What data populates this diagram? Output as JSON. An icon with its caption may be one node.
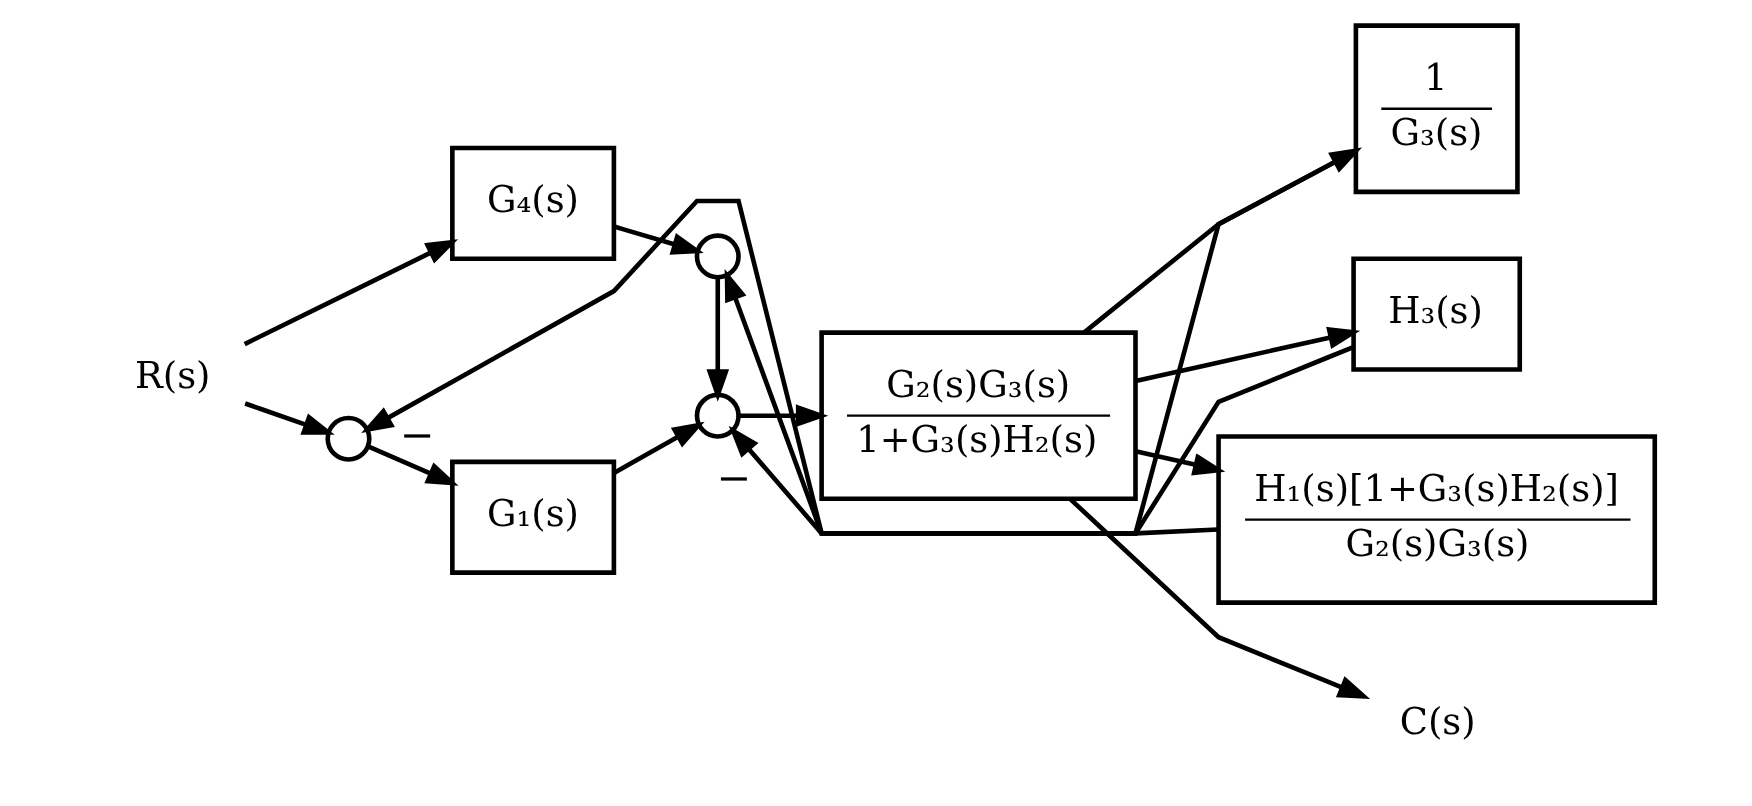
{
  "diagram": {
    "nodes": [
      {
        "text": [
          "R(s)"
        ]
      },
      {
        "text": [],
        "shape": "circle"
      },
      {
        "text": [
          "G₁(s)"
        ]
      },
      {
        "text": [
          "G₄(s)"
        ]
      },
      {
        "text": [],
        "shape": "circle"
      },
      {
        "text": [],
        "shape": "circle"
      },
      {
        "text": [
          "G₂(s)G₃(s)",
          "1+G₃(s)H₂(s)"
        ]
      },
      {
        "text": [
          "1",
          "G₃(s)"
        ]
      },
      {
        "text": [
          "H₃(s)"
        ]
      },
      {
        "text": [
          "H₁(s)[1+G₃(s)H₂(s)]",
          "G₂(s)G₃(s)"
        ]
      },
      {
        "text": [
          "C(s)"
        ]
      }
    ],
    "edges": [
      {
        "from": 0,
        "to": 1,
        "arrow": "to"
      },
      {
        "from": 0,
        "to": 3,
        "arrow": "to"
      },
      {
        "from": 1,
        "to": 2,
        "arrow": "to"
      },
      {
        "from": 3,
        "to": 4,
        "arrow": "to"
      },
      {
        "from": 7,
        "to": 4,
        "arrow": "to"
      },
      {
        "from": 2,
        "to": 5,
        "arrow": "to"
      },
      {
        "from": 4,
        "to": 5,
        "arrow": "to"
      },
      {
        "from": 5,
        "to": 6,
        "arrow": "to"
      },
      {
        "from": 6,
        "to": 10,
        "arrow": "to"
      },
      {
        "from": 6,
        "to": 7,
        "arrow": "to"
      },
      {
        "from": 6,
        "to": 8,
        "arrow": "to"
      },
      {
        "from": 8,
        "to": 5,
        "arrow": "to",
        "label": "−"
      },
      {
        "from": 6,
        "to": 9,
        "arrow": "to"
      },
      {
        "from": 9,
        "to": 1,
        "arrow": "to",
        "label": "−"
      }
    ]
  }
}
